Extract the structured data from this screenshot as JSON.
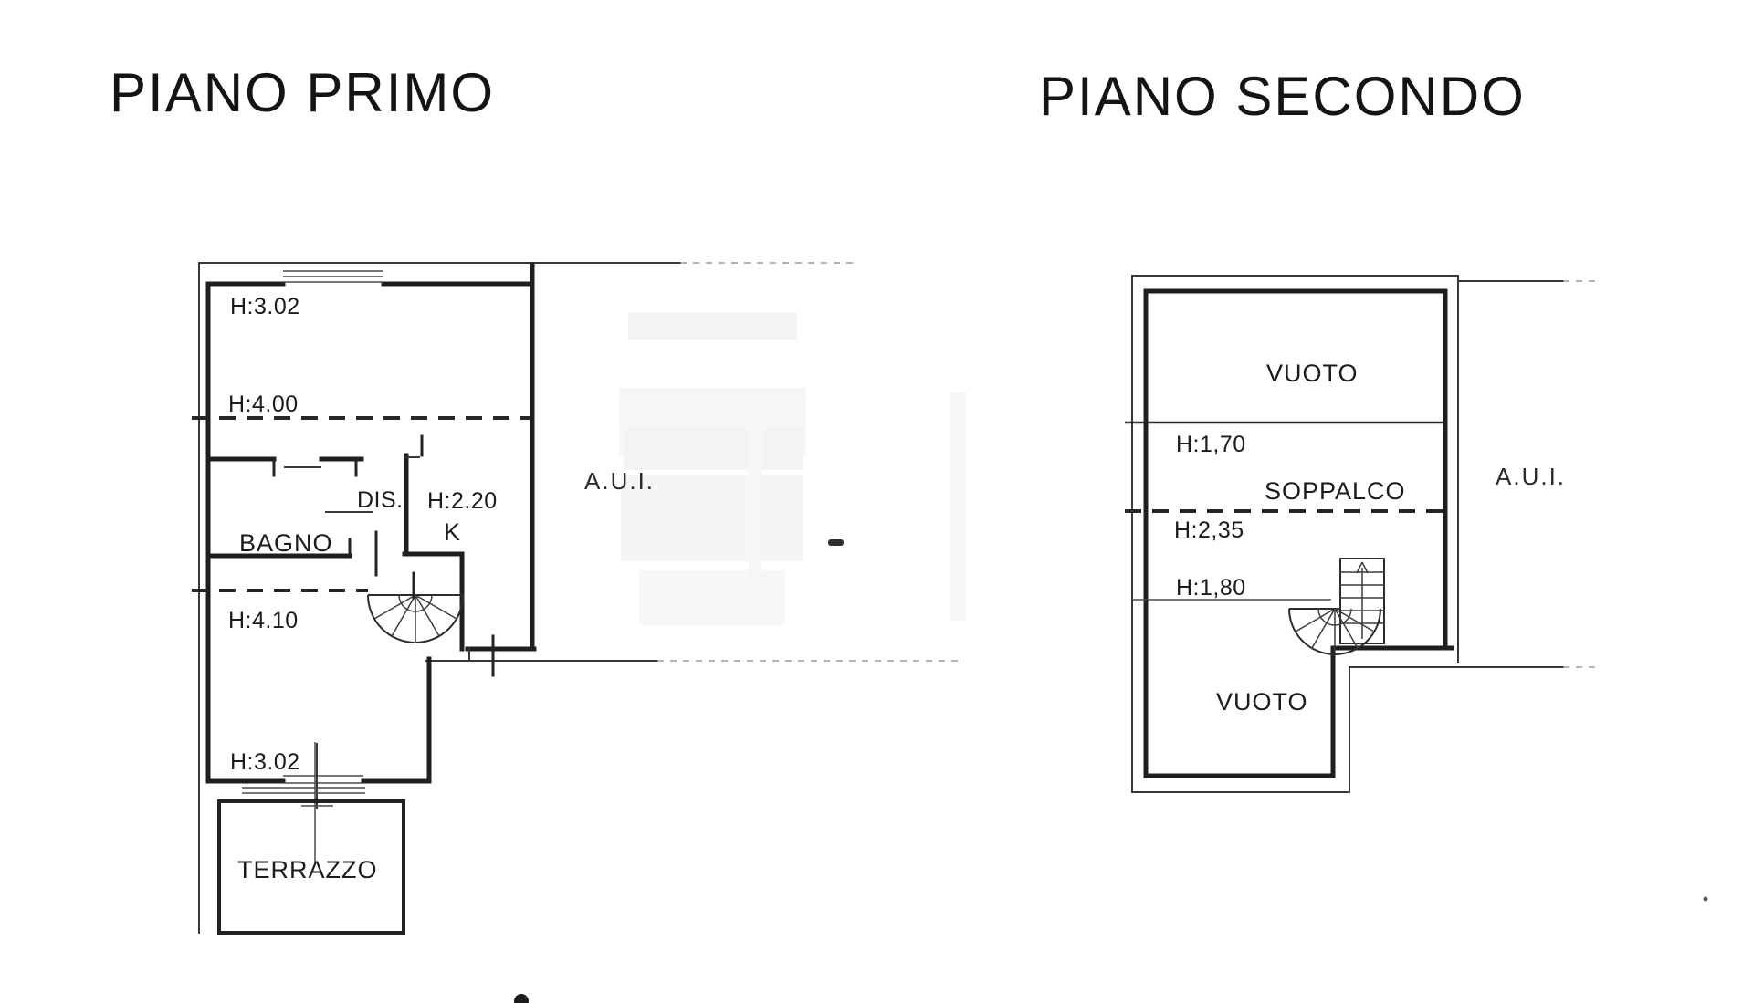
{
  "document": {
    "type": "scanned floor plan drawing",
    "background_color": "#ffffff",
    "ink_color": "#1b1b1b",
    "watermark_color": "#f4f4f4"
  },
  "plans": [
    {
      "title": "PIANO PRIMO",
      "labels": {
        "height_top_room": "H:3.02",
        "height_living": "H:4.00",
        "dis": "DIS.",
        "bagno": "BAGNO",
        "kitchen_height": "H:2.20",
        "kitchen": "K",
        "adjacent_unit": "A.U.I.",
        "height_lower_room": "H:4.10",
        "height_bottom_room": "H:3.02",
        "terrazzo": "TERRAZZO"
      }
    },
    {
      "title": "PIANO SECONDO",
      "labels": {
        "vuoto_top": "VUOTO",
        "height_170": "H:1,70",
        "soppalco": "SOPPALCO",
        "height_235": "H:2,35",
        "height_180": "H:1,80",
        "adjacent_unit": "A.U.I.",
        "vuoto_bottom": "VUOTO"
      }
    }
  ]
}
